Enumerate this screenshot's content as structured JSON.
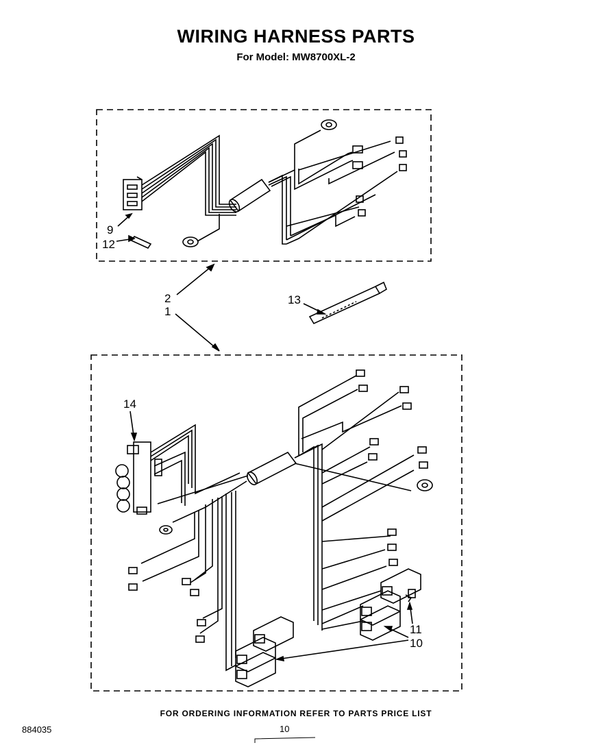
{
  "header": {
    "title": "WIRING HARNESS PARTS",
    "subtitle": "For Model: MW8700XL-2"
  },
  "callouts": {
    "c1": "1",
    "c2": "2",
    "c9": "9",
    "c10": "10",
    "c11": "11",
    "c12": "12",
    "c13": "13",
    "c14": "14"
  },
  "footer": {
    "notice": "FOR ORDERING INFORMATION REFER TO PARTS PRICE LIST",
    "doc_number": "884035",
    "page_number": "10"
  }
}
